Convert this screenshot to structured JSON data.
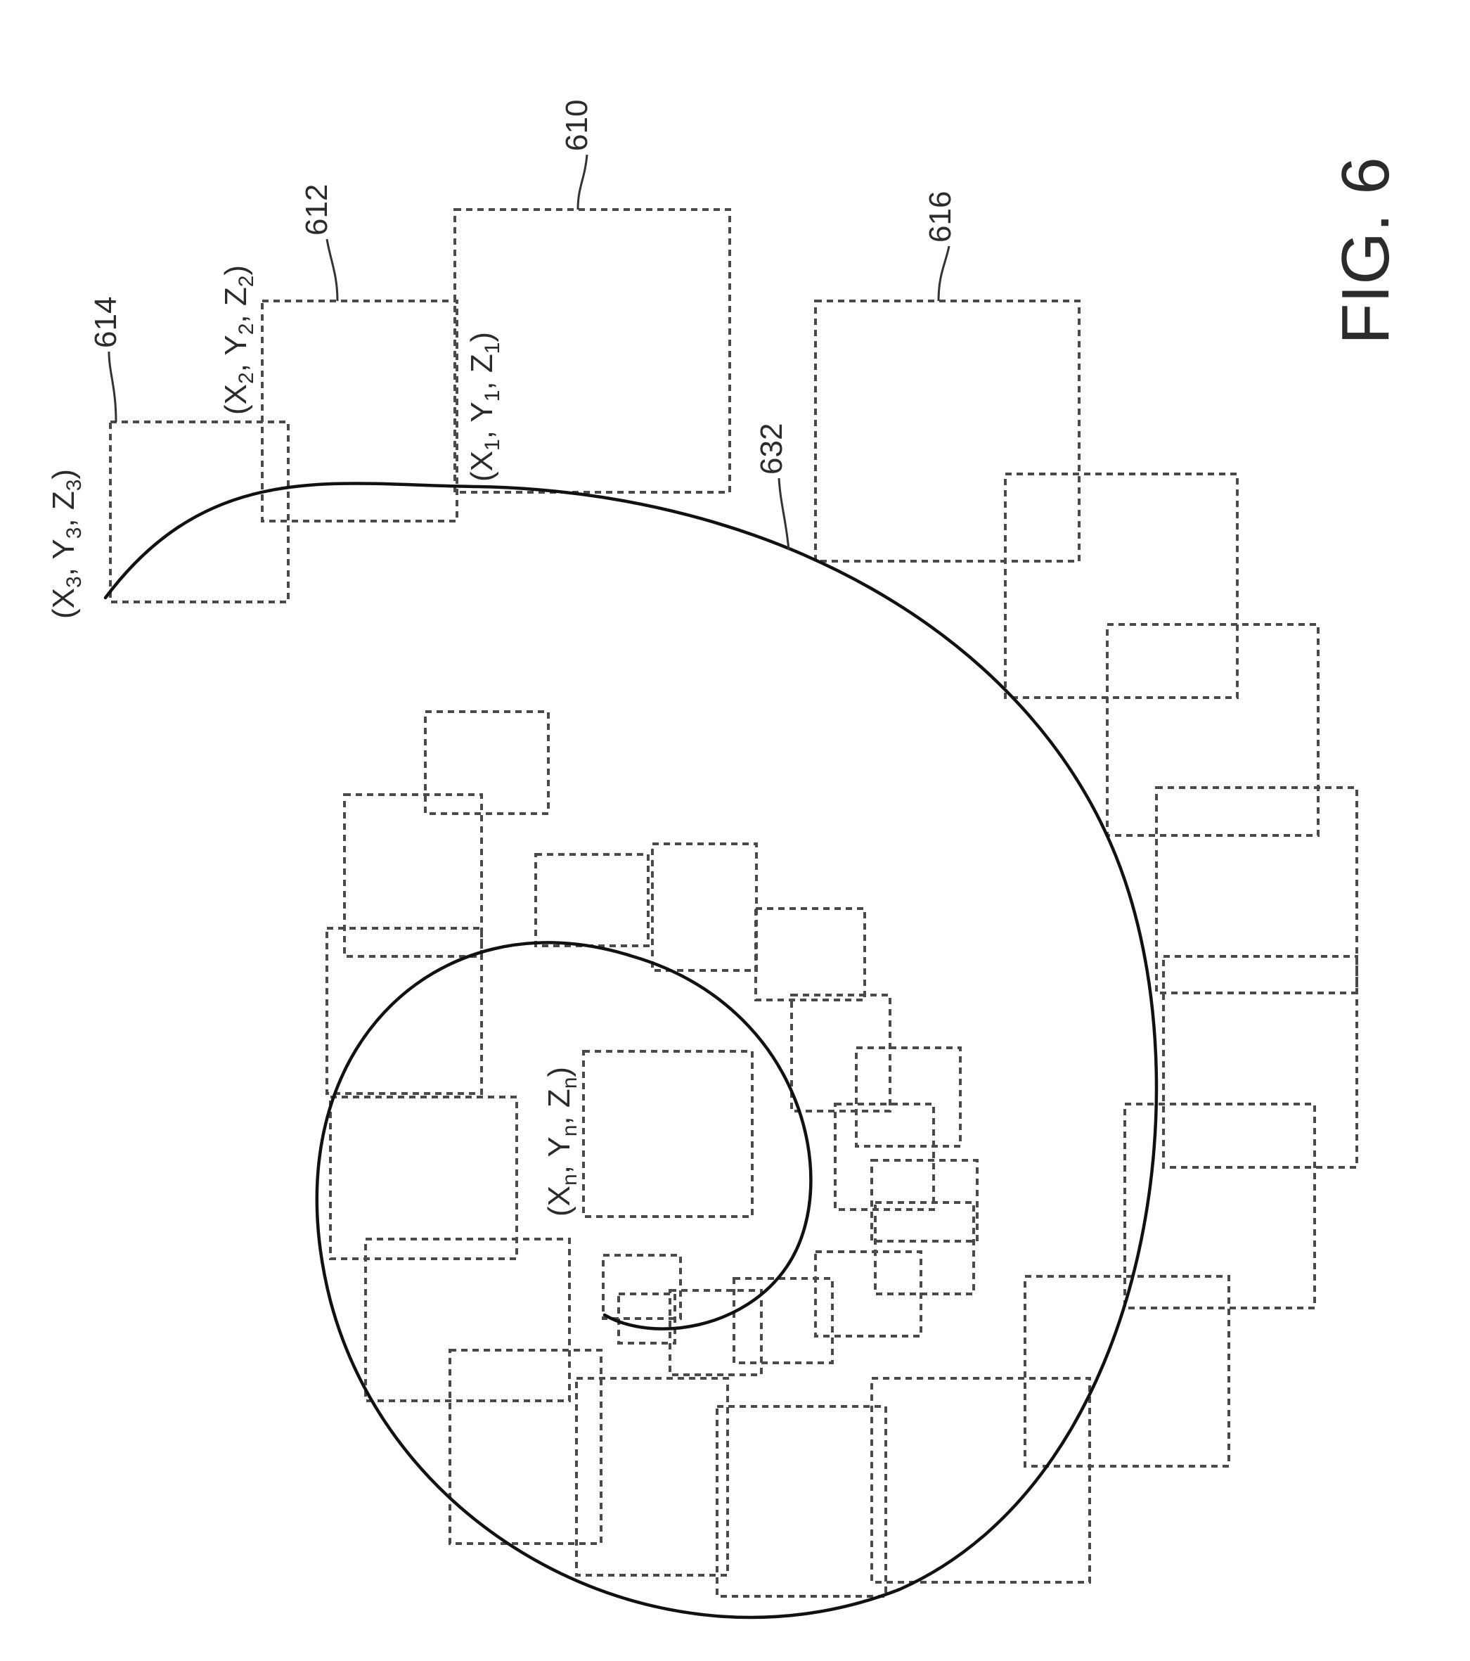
{
  "figure_label": "FIG. 6",
  "reference_numerals": {
    "r610": "610",
    "r612": "612",
    "r614": "614",
    "r616": "616",
    "r632": "632"
  },
  "coordinate_labels": {
    "p1": {
      "x": "X",
      "xs": "1",
      "y": "Y",
      "ys": "1",
      "z": "Z",
      "zs": "1"
    },
    "p2": {
      "x": "X",
      "xs": "2",
      "y": "Y",
      "ys": "2",
      "z": "Z",
      "zs": "2"
    },
    "p3": {
      "x": "X",
      "xs": "3",
      "y": "Y",
      "ys": "3",
      "z": "Z",
      "zs": "3"
    },
    "pn": {
      "x": "X",
      "xs": "n",
      "y": "Y",
      "ys": "n",
      "z": "Z",
      "zs": "n"
    }
  },
  "colors": {
    "line": "#111111",
    "dashed": "#4a4a4a",
    "text": "#2b2b2b"
  }
}
